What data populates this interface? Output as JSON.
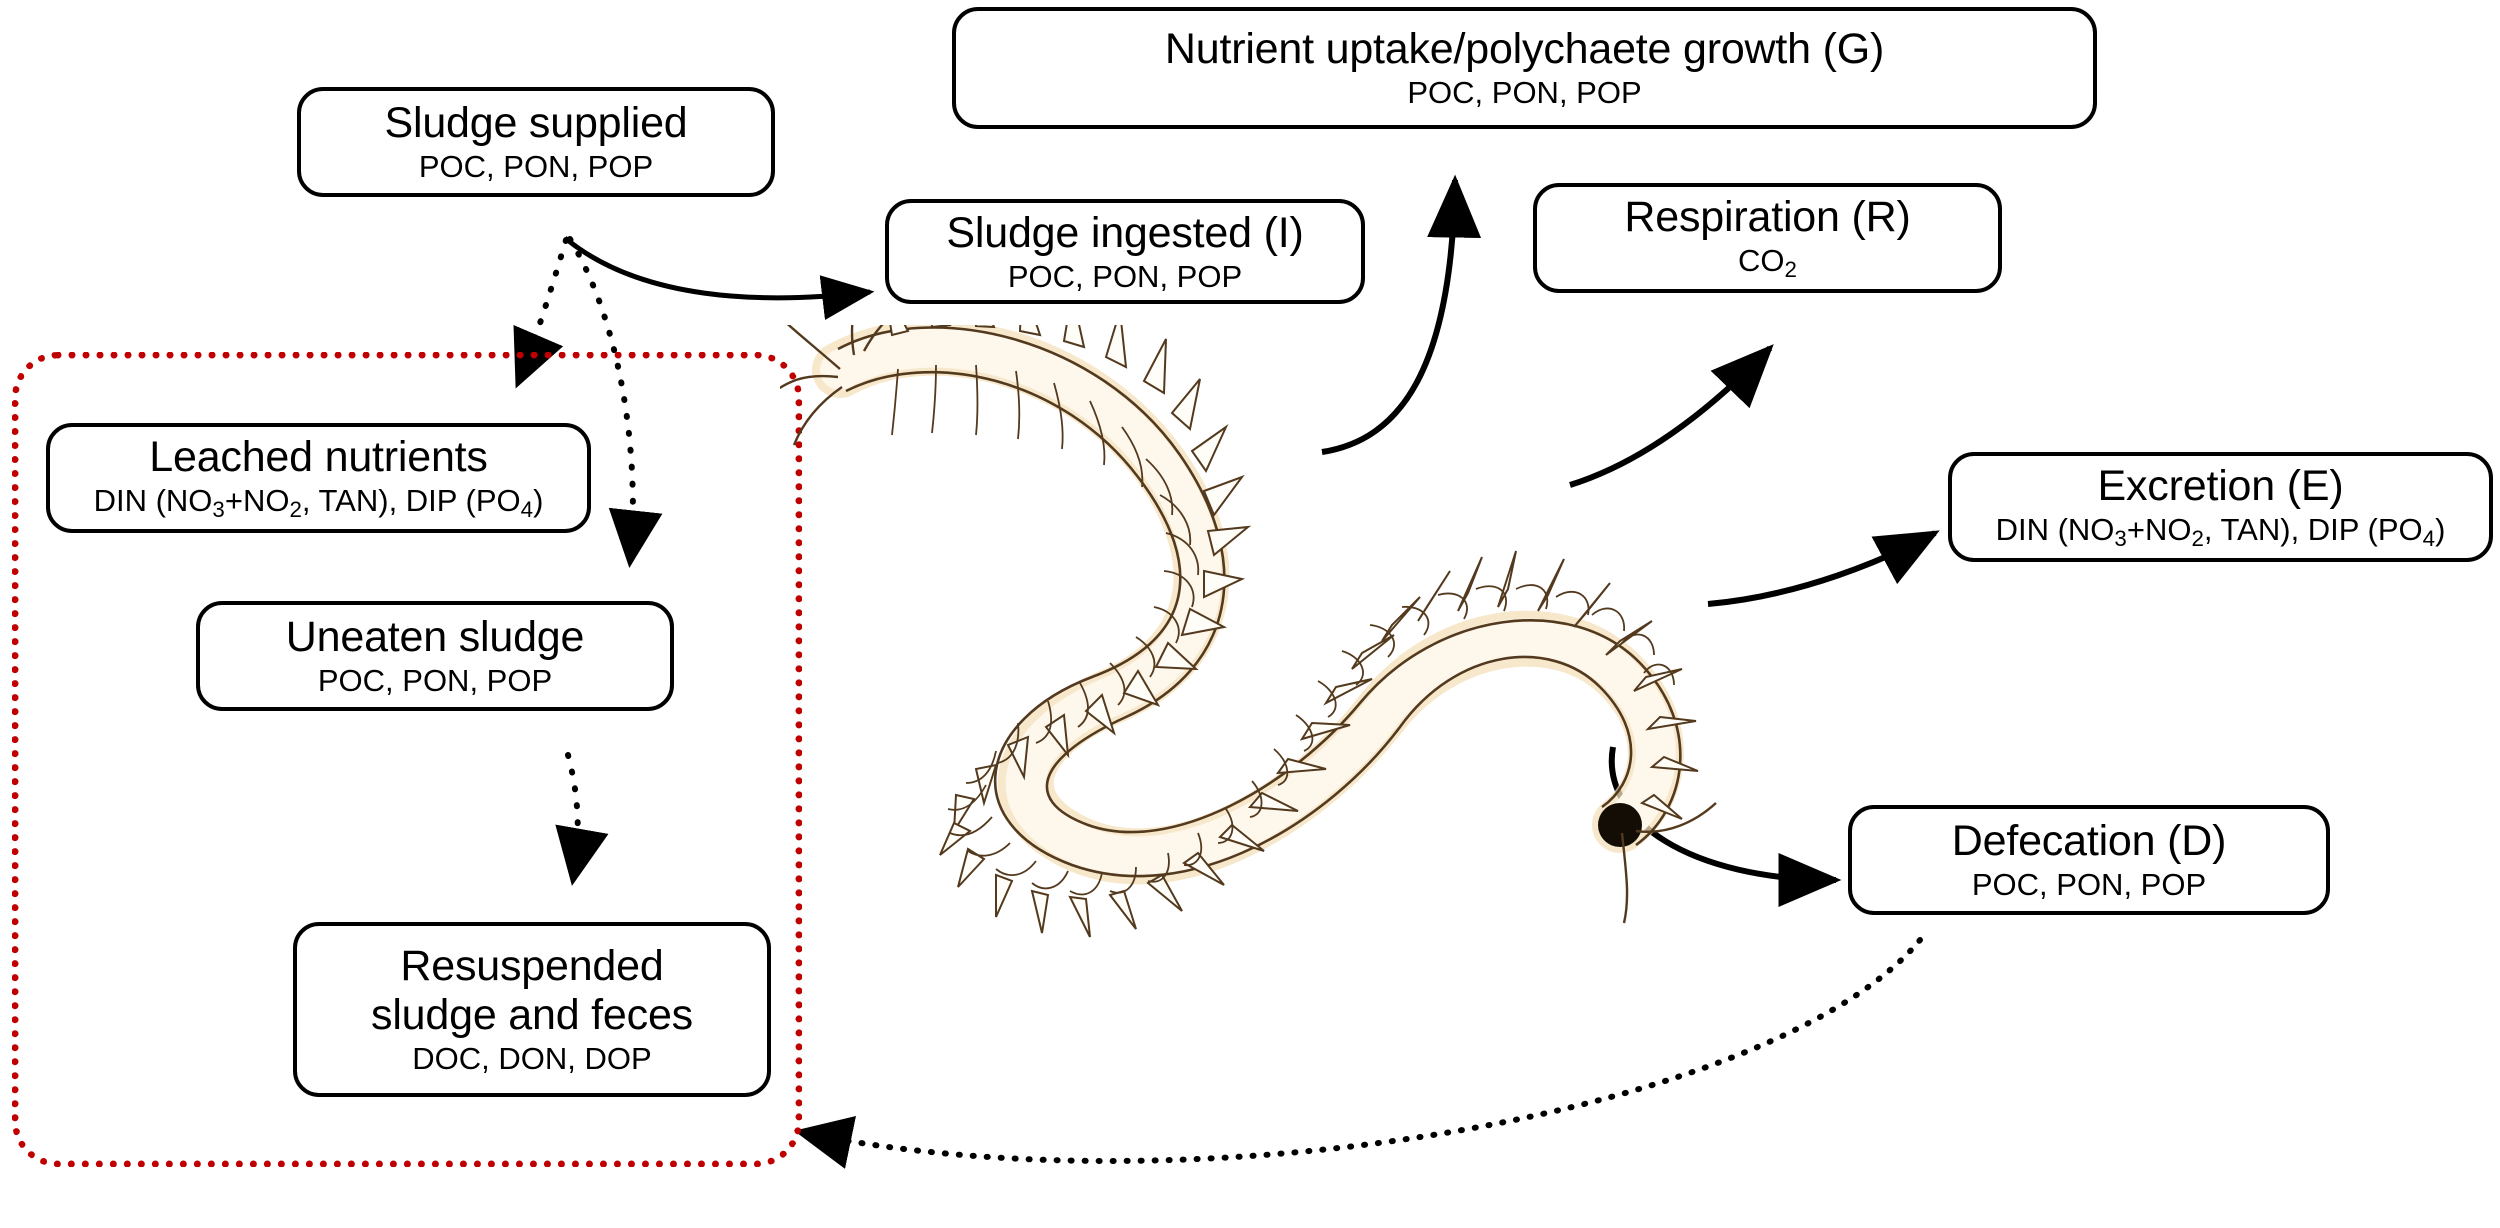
{
  "diagram": {
    "title": "Polychaete sludge nutrient flow diagram",
    "colors": {
      "containment_border": "#c00000",
      "box_border": "#000000",
      "arrow": "#000000",
      "worm_line": "#4a3418",
      "worm_body": "#fdf6e8",
      "worm_glow": "#f7e3bd"
    }
  },
  "boxes": {
    "sludge_supplied": {
      "title": "Sludge supplied",
      "sub": "POC, PON, POP"
    },
    "nutrient_uptake": {
      "title": "Nutrient uptake/polychaete growth (G)",
      "sub": "POC, PON, POP"
    },
    "sludge_ingested": {
      "title": "Sludge ingested (I)",
      "sub": "POC, PON, POP"
    },
    "respiration": {
      "title": "Respiration (R)",
      "sub_prefix": "CO",
      "sub_subscript": "2"
    },
    "excretion": {
      "title": "Excretion (E)",
      "sub_a": "DIN (NO",
      "sub_a_sub": "3",
      "sub_b": "+NO",
      "sub_b_sub": "2",
      "sub_c": ", TAN), DIP (PO",
      "sub_c_sub": "4",
      "sub_d": ")"
    },
    "leached_nutrients": {
      "title": "Leached nutrients",
      "sub_a": "DIN (NO",
      "sub_a_sub": "3",
      "sub_b": "+NO",
      "sub_b_sub": "2",
      "sub_c": ", TAN), DIP (PO",
      "sub_c_sub": "4",
      "sub_d": ")"
    },
    "uneaten_sludge": {
      "title": "Uneaten sludge",
      "sub": "POC, PON, POP"
    },
    "defecation": {
      "title": "Defecation (D)",
      "sub": "POC, PON, POP"
    },
    "resuspended": {
      "title_line1": "Resuspended",
      "title_line2": "sludge and feces",
      "sub": "DOC, DON, DOP"
    }
  },
  "connectors": [
    {
      "name": "sludge-supplied-to-sludge-ingested",
      "style": "solid"
    },
    {
      "name": "sludge-supplied-to-leached-nutrients",
      "style": "dotted"
    },
    {
      "name": "sludge-supplied-to-uneaten-sludge",
      "style": "dotted"
    },
    {
      "name": "uneaten-sludge-to-resuspended",
      "style": "dotted"
    },
    {
      "name": "worm-to-nutrient-uptake",
      "style": "solid"
    },
    {
      "name": "worm-to-respiration",
      "style": "solid"
    },
    {
      "name": "worm-to-excretion",
      "style": "solid"
    },
    {
      "name": "worm-to-defecation",
      "style": "solid"
    },
    {
      "name": "defecation-to-containment-zone",
      "style": "dotted"
    }
  ]
}
